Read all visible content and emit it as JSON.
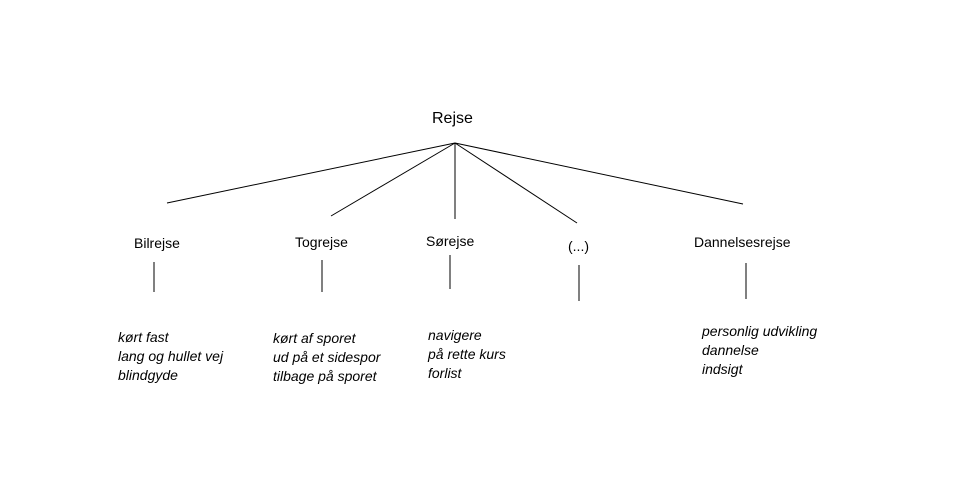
{
  "root": {
    "label": "Rejse"
  },
  "branches": [
    {
      "label": "Bilrejse",
      "items": [
        "kørt fast",
        "lang og hullet vej",
        "blindgyde"
      ]
    },
    {
      "label": "Togrejse",
      "items": [
        "kørt af sporet",
        "ud på et sidespor",
        "tilbage på sporet"
      ]
    },
    {
      "label": "Sørejse",
      "items": [
        "navigere",
        "på rette kurs",
        "forlist"
      ]
    },
    {
      "label": "(...)",
      "items": []
    },
    {
      "label": "Dannelsesrejse",
      "items": [
        "personlig udvikling",
        "dannelse",
        "indsigt"
      ]
    }
  ]
}
